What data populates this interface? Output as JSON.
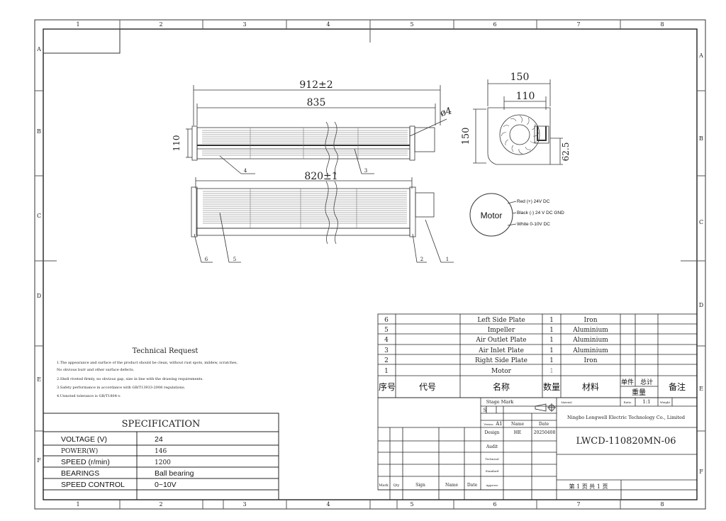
{
  "frame": {
    "columns_top": [
      "1",
      "2",
      "3",
      "4",
      "5",
      "6",
      "7",
      "8"
    ],
    "columns_bottom": [
      "1",
      "2",
      "3",
      "4",
      "5",
      "6",
      "7",
      "8"
    ],
    "rows_left": [
      "A",
      "B",
      "C",
      "D",
      "E",
      "F"
    ],
    "rows_right": [
      "A",
      "B",
      "C",
      "D",
      "E",
      "F"
    ]
  },
  "dims": {
    "overall": "912±2",
    "length": "835",
    "height": "110",
    "hole": "ø4",
    "lower_length": "820±1",
    "side_width": "150",
    "side_inner": "110",
    "side_height": "150",
    "side_small": "62.5"
  },
  "callouts": {
    "top": [
      "4",
      "3"
    ],
    "bottom": [
      "6",
      "5",
      "2",
      "1"
    ]
  },
  "motor": {
    "label": "Motor",
    "wires": [
      "Red (+) 24V DC",
      "Black (-) 24 V DC GND",
      "White 0-10V DC"
    ]
  },
  "technical_request": {
    "title": "Technical Request",
    "lines": [
      "1.The appearance and surface of the product should be clean, without rust spots, mildew, scratches,",
      "  No obvious burr and other surface defects.",
      "2.Shell riveted firmly, no obvious gap, size in line with the drawing requirements.",
      "3.Safety performance in accordance with GB/T13933-2008 regulations.",
      "4.Unnoted tolerance is GB/T1804-v."
    ]
  },
  "specification": {
    "title": "SPECIFICATION",
    "rows": [
      {
        "label": "VOLTAGE (V)",
        "value": "24"
      },
      {
        "label": "POWER(W)",
        "value": "146"
      },
      {
        "label": "SPEED (r/min)",
        "value": "1200"
      },
      {
        "label": "BEARINGS",
        "value": "Ball bearing"
      },
      {
        "label": "SPEED CONTROL",
        "value": "0~10V"
      }
    ]
  },
  "bom": {
    "rows": [
      {
        "no": "6",
        "name": "Left Side Plate",
        "qty": "1",
        "material": "Iron"
      },
      {
        "no": "5",
        "name": "Impeller",
        "qty": "1",
        "material": "Aluminium"
      },
      {
        "no": "4",
        "name": "Air Outlet Plate",
        "qty": "1",
        "material": "Aluminium"
      },
      {
        "no": "3",
        "name": "Air Inlet Plate",
        "qty": "1",
        "material": "Aluminium"
      },
      {
        "no": "2",
        "name": "Right Side Plate",
        "qty": "1",
        "material": "Iron"
      },
      {
        "no": "1",
        "name": "Motor",
        "qty": "1",
        "material": ""
      }
    ],
    "header": {
      "no": "序号",
      "code": "代号",
      "name": "名称",
      "qty": "数量",
      "material": "材料",
      "unit": "单件",
      "total": "总计",
      "weight": "重量",
      "remark": "备注"
    }
  },
  "title_block": {
    "stage_mark": "Stage Mark",
    "stage_s": "S",
    "version": "Version",
    "version_val": "A1",
    "name_hdr": "Name",
    "date_hdr": "Date",
    "material": "Material",
    "ratio": "Ratio",
    "ratio_val": "1:1",
    "weight": "Weight",
    "company": "Ningbo Longwell Electric Technology  Co., Limited",
    "design": "Design",
    "designer": "HE",
    "design_date": "20250408",
    "drawing_no": "LWCD-110820MN-06",
    "audit": "Audit",
    "technical": "Technical",
    "standard": "Standard",
    "approve": "Approve",
    "sheet": "第 1 页   共 1 页",
    "footer": [
      "Mark",
      "Qty",
      "Sign",
      "Name",
      "Date"
    ]
  }
}
